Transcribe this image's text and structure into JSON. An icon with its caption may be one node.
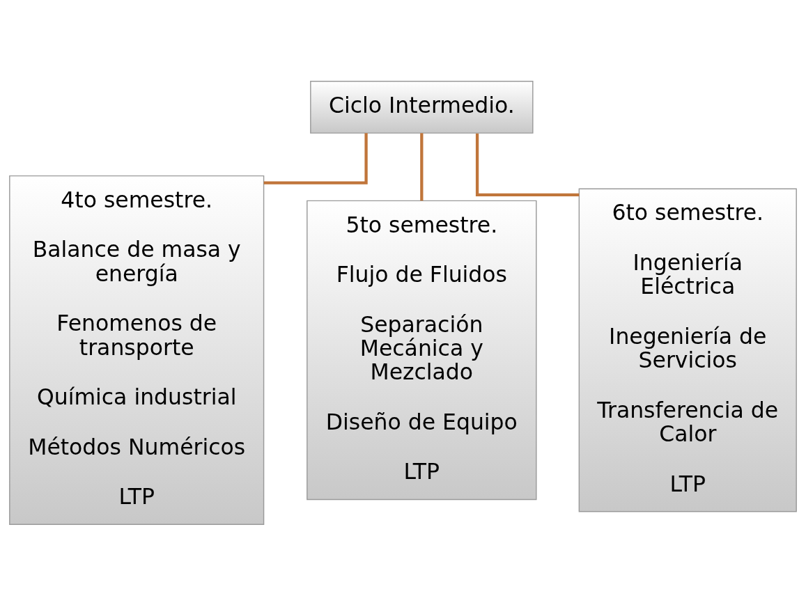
{
  "diagram": {
    "nodes": [
      {
        "text": [
          "Ciclo Intermedio."
        ]
      },
      {
        "text": [
          "4to semestre.",
          "Balance de masa y energía",
          "Fenomenos de transporte",
          "Química industrial",
          "Métodos Numéricos",
          "LTP"
        ]
      },
      {
        "text": [
          "5to semestre.",
          "Flujo de Fluidos",
          "Separación Mecánica y Mezclado",
          "Diseño de Equipo",
          "LTP"
        ]
      },
      {
        "text": [
          "6to semestre.",
          "Ingeniería Eléctrica",
          "Inegeniería de Servicios",
          "Transferencia de Calor",
          "LTP"
        ]
      }
    ],
    "edges": [
      {
        "from": 0,
        "to": 1,
        "arrow": "none"
      },
      {
        "from": 0,
        "to": 2,
        "arrow": "none"
      },
      {
        "from": 0,
        "to": 3,
        "arrow": "none"
      }
    ]
  }
}
